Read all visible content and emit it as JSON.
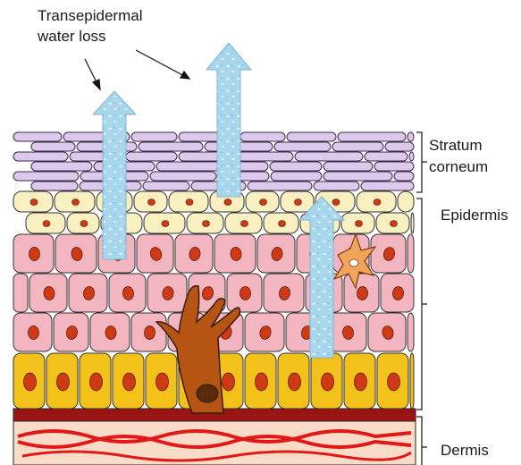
{
  "labels": {
    "title_line1": "Transepidermal",
    "title_line2": "water loss",
    "stratum_line1": "Stratum",
    "stratum_line2": "corneum",
    "epidermis": "Epidermis",
    "dermis": "Dermis"
  },
  "colors": {
    "corneum_fill": "#ddc9ec",
    "granular_fill": "#f8f0c0",
    "spinous_fill": "#f3b6c1",
    "basal_fill": "#f2c21a",
    "nucleus": "#cf3a15",
    "melanocyte": "#b55413",
    "langerhans": "#f2a45a",
    "basement": "#9b1414",
    "dermis_fill": "#f8dcc7",
    "vessel": "#e01818",
    "water_arrow": "#a8d6ec"
  },
  "icons": [
    "water-loss-arrow",
    "melanocyte-cell",
    "langerhans-cell",
    "blood-vessel"
  ]
}
